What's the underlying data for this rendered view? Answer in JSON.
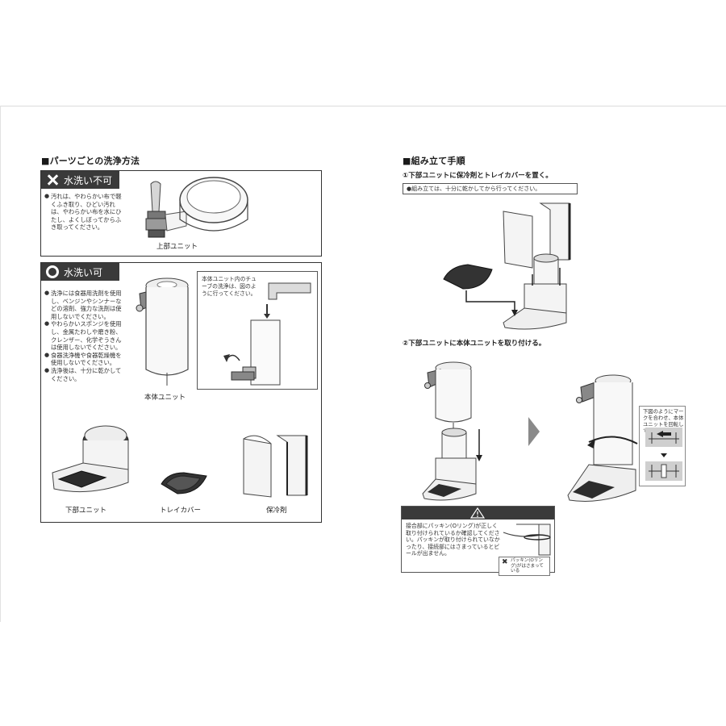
{
  "left": {
    "heading": "■パーツごとの洗浄方法",
    "no_wash": {
      "title": "水洗い不可",
      "notes": [
        "汚れは、やわらかい布で軽くふき取り、ひどい汚れは、やわらかい布を水にひたし、よくしぼってからふき取ってください。"
      ],
      "part_label": "上部ユニット"
    },
    "washable": {
      "title": "水洗い可",
      "notes": [
        "洗浄には食器用洗剤を使用し、ベンジンやシンナーなどの溶剤、強力な洗剤は使用しないでください。",
        "やわらかいスポンジを使用し、金属たわしや磨き粉、クレンザー、化学ぞうきんは使用しないでください。",
        "食器洗浄機や食器乾燥機を使用しないでください。",
        "洗浄後は、十分に乾かしてください。"
      ],
      "tube_note": "本体ユニット内のチューブの洗浄は、図のように行ってください。",
      "labels": {
        "main_unit": "本体ユニット",
        "lower_unit": "下部ユニット",
        "tray_cover": "トレイカバー",
        "coolant": "保冷剤"
      }
    }
  },
  "right": {
    "heading": "■組み立て手順",
    "step1": {
      "text": "①下部ユニットに保冷剤とトレイカバーを置く。",
      "tip": "●組み立ては、十分に乾かしてから行ってください。"
    },
    "step2": {
      "text": "②下部ユニットに本体ユニットを取り付ける。",
      "rotate_note": "下図のようにマークを合わせ、本体ユニットを回転してください。"
    },
    "warning": {
      "symbol": "⚠",
      "text": "接合部にパッキン(Oリング)が正しく取り付けられているか確認してください。パッキンが取り付けられていなかったり、接続部にはさまっているとビールが出ません。",
      "bad_example_mark": "✖",
      "bad_example_label": "パッキン(Oリング)がはさまっている"
    }
  }
}
